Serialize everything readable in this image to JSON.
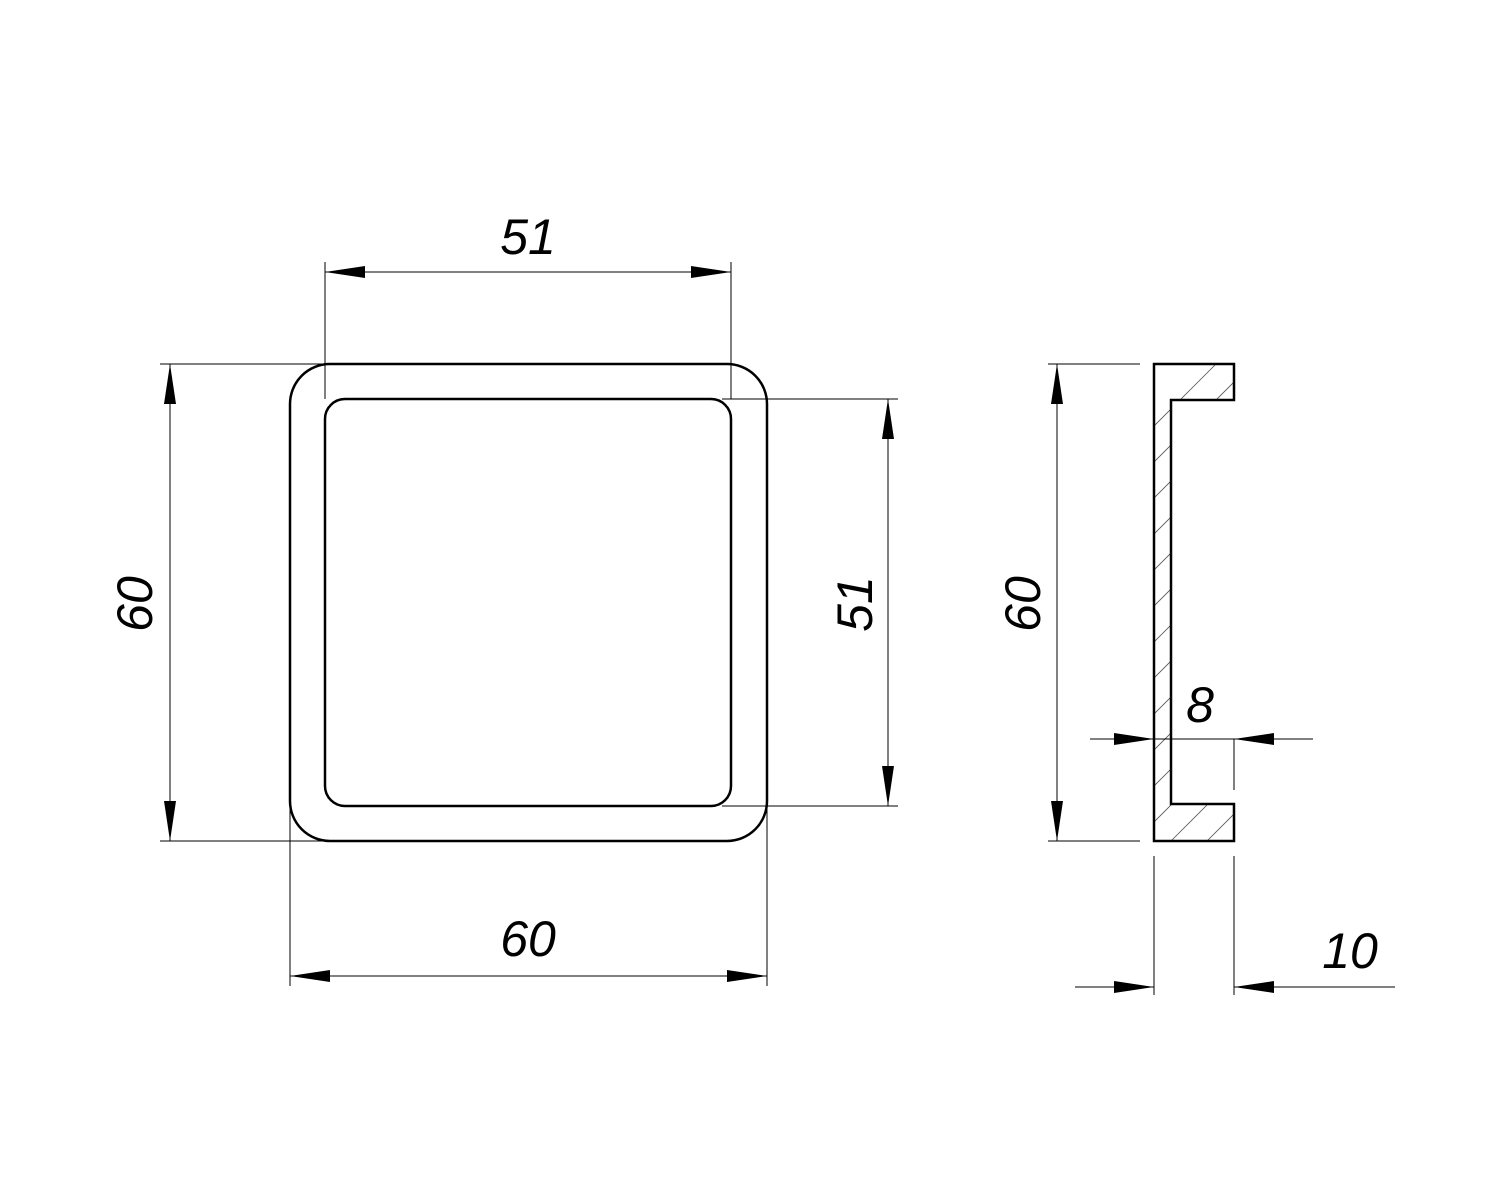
{
  "drawing": {
    "front_view": {
      "outer_width": "60",
      "outer_height": "60",
      "inner_width": "51",
      "inner_height": "51"
    },
    "side_view": {
      "height": "60",
      "depth": "10",
      "wall_inset": "8"
    }
  }
}
